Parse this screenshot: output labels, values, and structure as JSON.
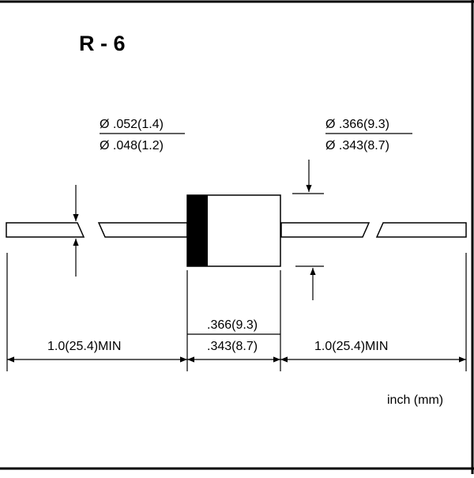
{
  "title": "R - 6",
  "lead_diameter": {
    "max": "Ø .052(1.4)",
    "min": "Ø .048(1.2)"
  },
  "body_diameter": {
    "max": "Ø .366(9.3)",
    "min": "Ø .343(8.7)"
  },
  "body_length": {
    "max": ".366(9.3)",
    "min": ".343(8.7)"
  },
  "lead_length_left": "1.0(25.4)MIN",
  "lead_length_right": "1.0(25.4)MIN",
  "units": "inch (mm)",
  "colors": {
    "ink": "#000000",
    "paper": "#ffffff"
  }
}
